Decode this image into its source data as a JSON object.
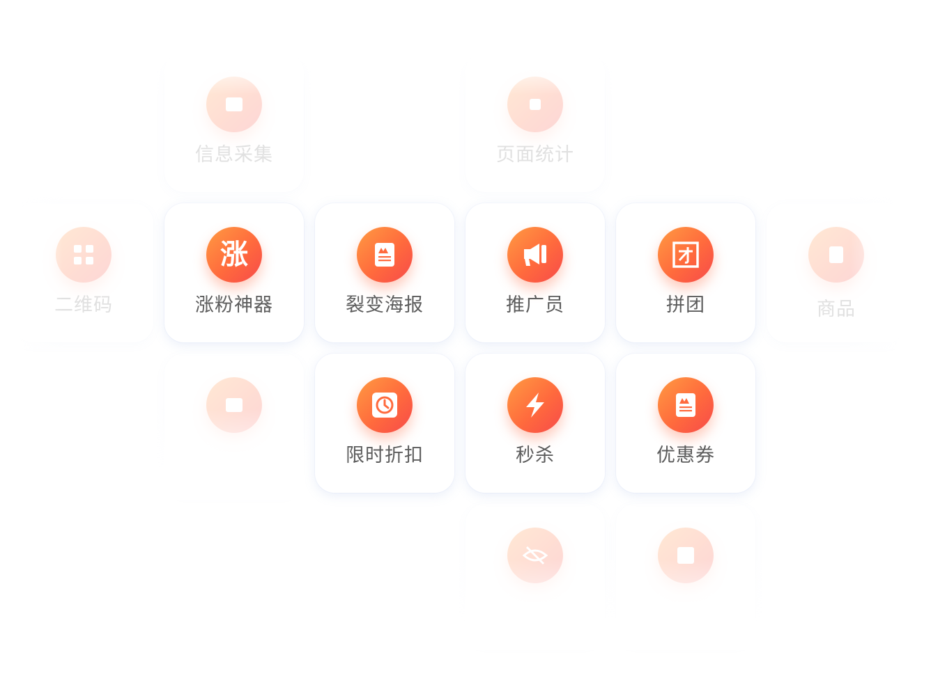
{
  "tiles": {
    "info_collect": {
      "label": "信息采集",
      "icon": "form-icon"
    },
    "page_stats": {
      "label": "页面统计",
      "icon": "chart-icon"
    },
    "qrcode": {
      "label": "二维码",
      "icon": "qrcode-icon"
    },
    "fan_growth": {
      "label": "涨粉神器",
      "glyph": "涨",
      "icon": "zhang-icon"
    },
    "viral_poster": {
      "label": "裂变海报",
      "icon": "poster-icon"
    },
    "promoter": {
      "label": "推广员",
      "icon": "megaphone-icon"
    },
    "group_buy": {
      "label": "拼团",
      "icon": "group-icon"
    },
    "product": {
      "label": "商品",
      "icon": "product-icon"
    },
    "gallery": {
      "label": "",
      "icon": "images-icon"
    },
    "flash_discount": {
      "label": "限时折扣",
      "icon": "clock-icon"
    },
    "seckill": {
      "label": "秒杀",
      "icon": "lightning-icon"
    },
    "coupon": {
      "label": "优惠券",
      "icon": "coupon-icon"
    },
    "hidden": {
      "label": "",
      "icon": "eye-off-icon"
    },
    "shop": {
      "label": "",
      "icon": "store-icon"
    }
  },
  "colors": {
    "gradient_start": "#ff9b42",
    "gradient_end": "#f74a4a",
    "label": "#5c5c5c"
  }
}
